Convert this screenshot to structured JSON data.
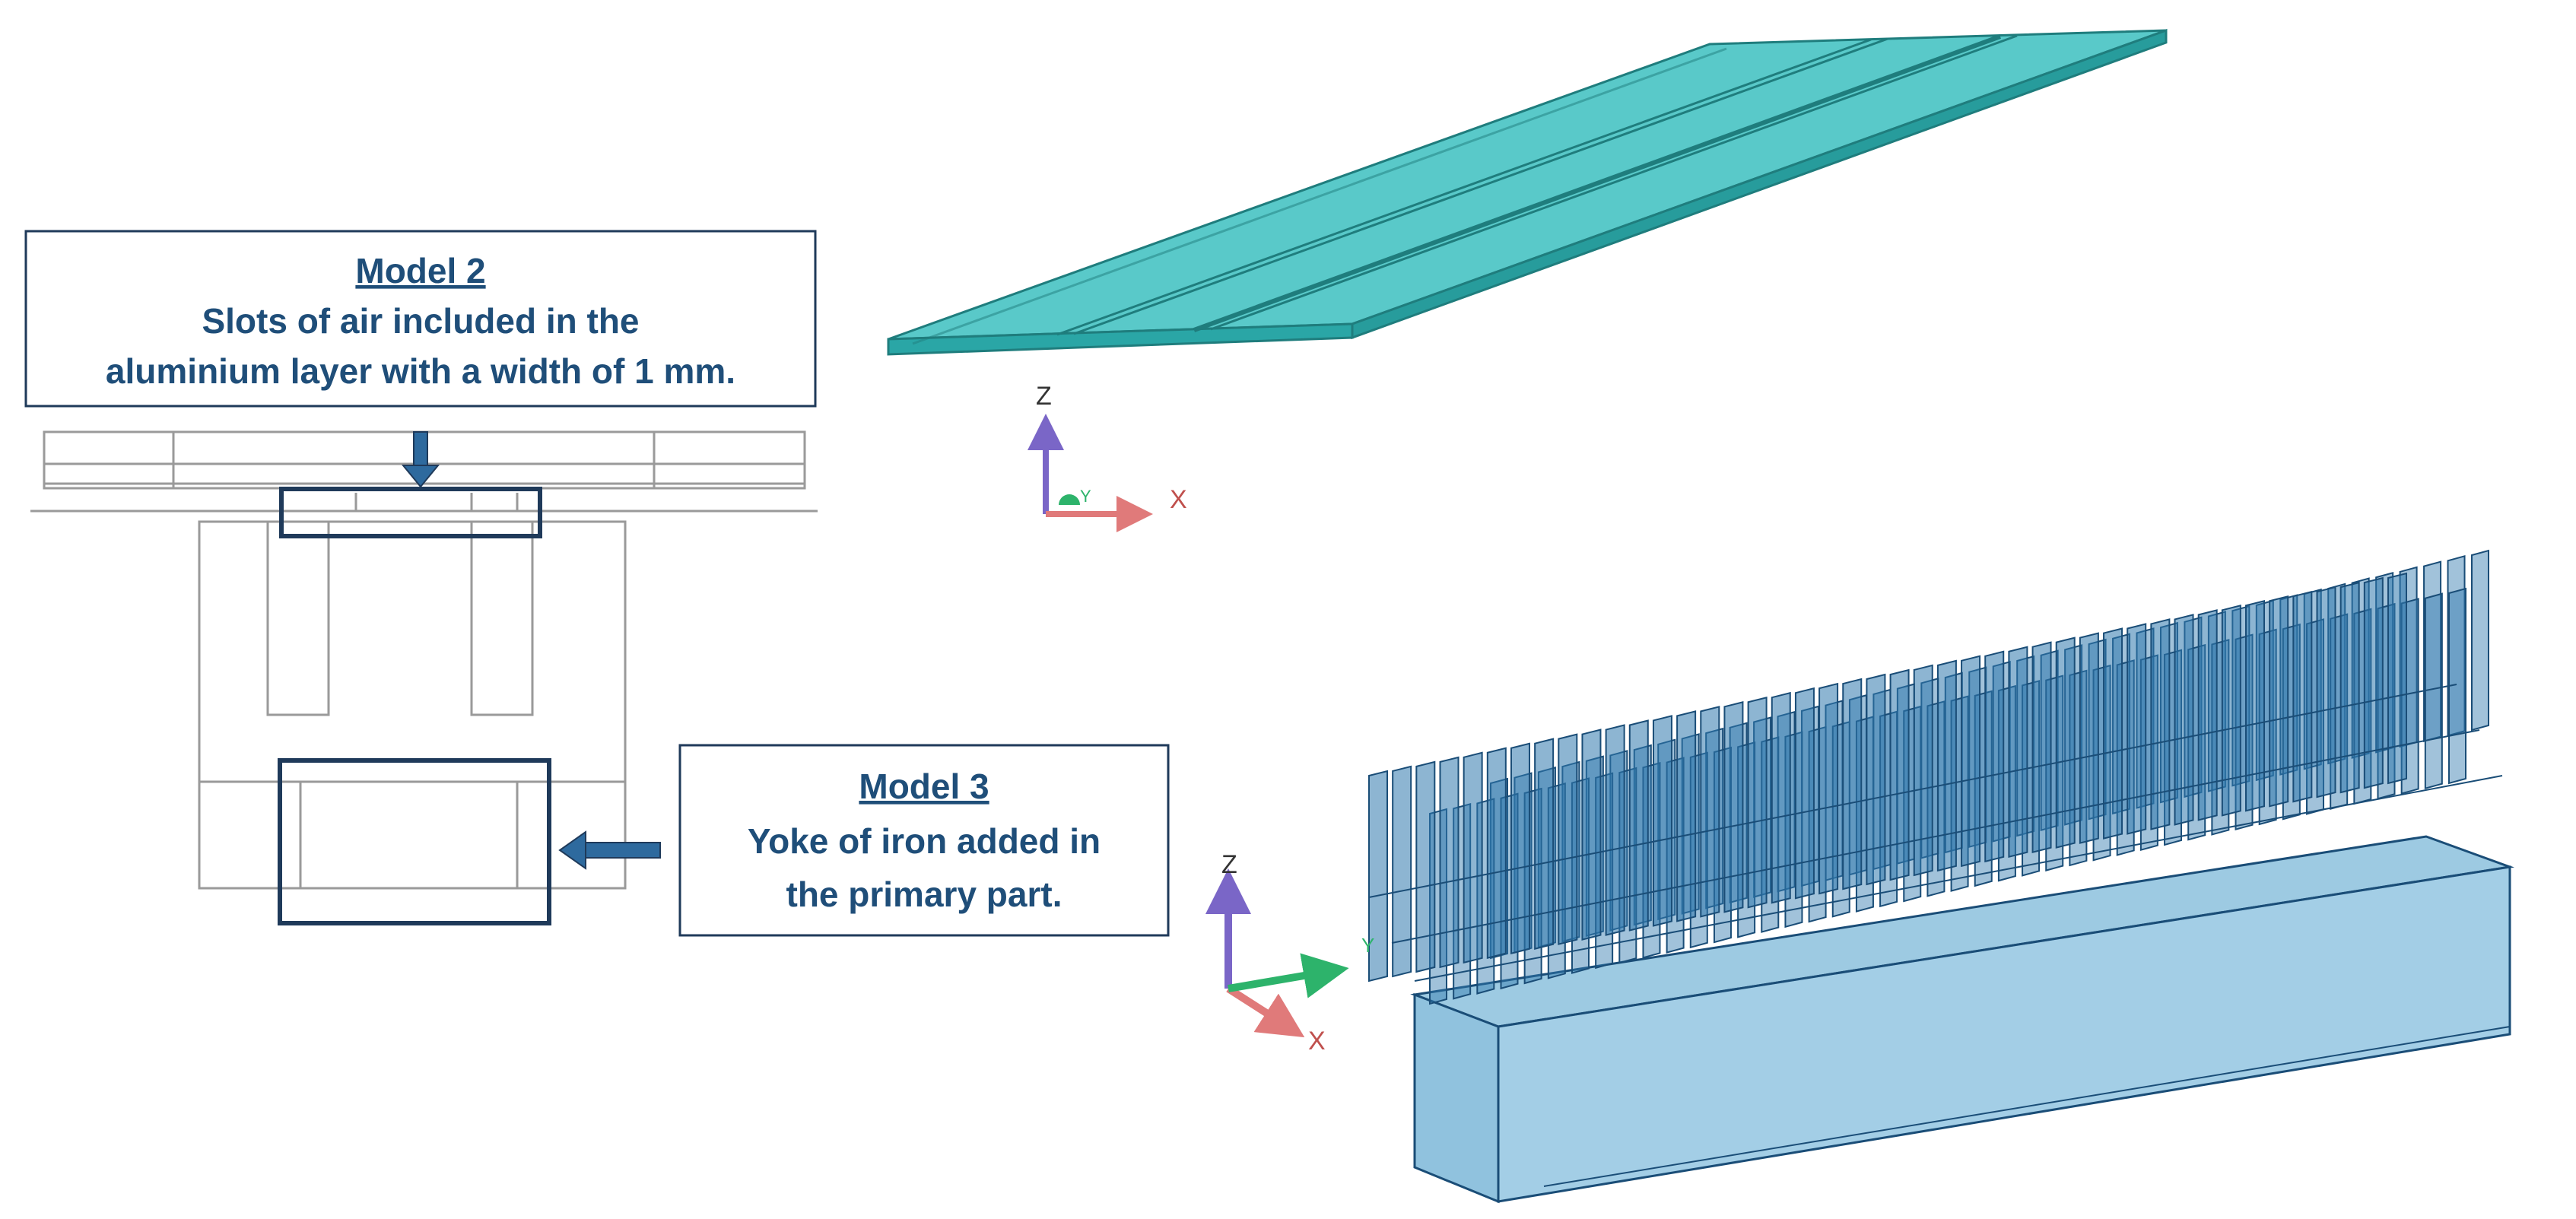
{
  "callouts": {
    "model2": {
      "title": "Model 2",
      "line1": "Slots of air included in the",
      "line2": "aluminium layer with a width of 1 mm."
    },
    "model3": {
      "title": "Model 3",
      "line1": "Yoke of iron added in",
      "line2": "the primary part."
    }
  },
  "axes_top": {
    "z": "Z",
    "x": "X",
    "y": "Y"
  },
  "axes_bottom": {
    "z": "Z",
    "x": "X",
    "y": "Y"
  },
  "colors": {
    "callout_text": "#1f4e79",
    "callout_border": "#1f3a5a",
    "arrow": "#2e6a9e",
    "plate_fill": "#3cc0c0",
    "plate_edge": "#1f7d7d",
    "teeth_fill": "#2f78ad",
    "teeth_edge": "#1a4d77",
    "base_fill": "#74b3d6",
    "axis_z": "#7a66c7",
    "axis_x": "#e07a7a",
    "axis_y": "#2db36b"
  },
  "icons": [
    "arrow-down-icon",
    "arrow-left-icon",
    "axis-triad-icon"
  ]
}
